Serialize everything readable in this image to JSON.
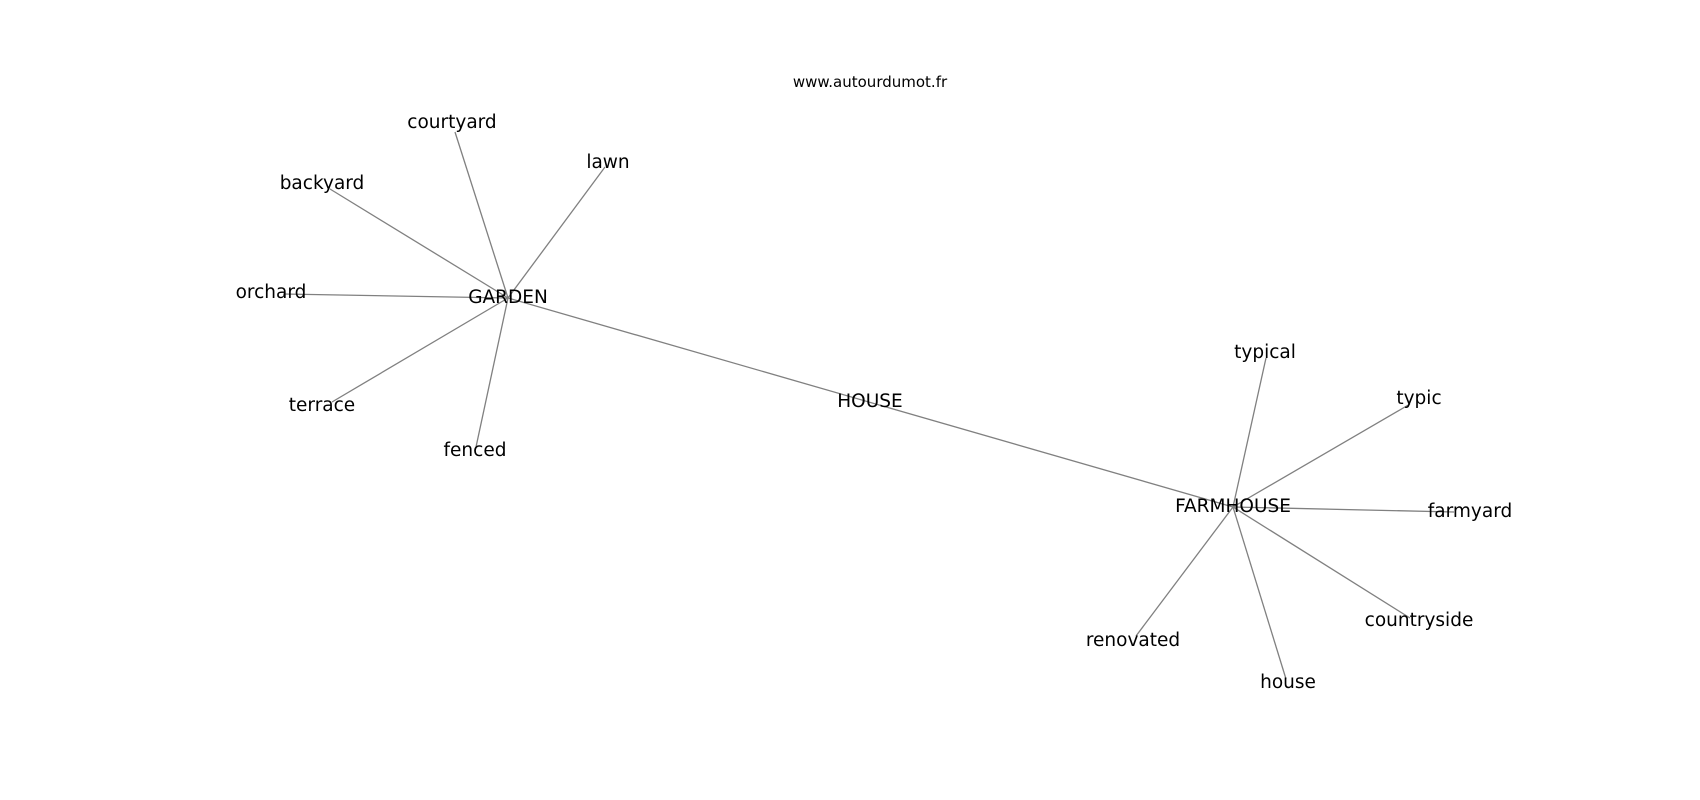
{
  "watermark": "www.autourdumot.fr",
  "style": {
    "edge_color": "#808080",
    "text_color": "#000000",
    "background": "#ffffff"
  },
  "nodes": [
    {
      "id": "house_center",
      "label": "HOUSE"
    },
    {
      "id": "garden",
      "label": "GARDEN"
    },
    {
      "id": "farmhouse",
      "label": "FARMHOUSE"
    },
    {
      "id": "courtyard",
      "label": "courtyard"
    },
    {
      "id": "lawn",
      "label": "lawn"
    },
    {
      "id": "backyard",
      "label": "backyard"
    },
    {
      "id": "orchard",
      "label": "orchard"
    },
    {
      "id": "terrace",
      "label": "terrace"
    },
    {
      "id": "fenced",
      "label": "fenced"
    },
    {
      "id": "typical",
      "label": "typical"
    },
    {
      "id": "typic",
      "label": "typic"
    },
    {
      "id": "farmyard",
      "label": "farmyard"
    },
    {
      "id": "countryside",
      "label": "countryside"
    },
    {
      "id": "renovated",
      "label": "renovated"
    },
    {
      "id": "house_leaf",
      "label": "house"
    }
  ],
  "edges": [
    [
      "garden",
      "farmhouse"
    ],
    [
      "garden",
      "courtyard"
    ],
    [
      "garden",
      "lawn"
    ],
    [
      "garden",
      "backyard"
    ],
    [
      "garden",
      "orchard"
    ],
    [
      "garden",
      "terrace"
    ],
    [
      "garden",
      "fenced"
    ],
    [
      "farmhouse",
      "typical"
    ],
    [
      "farmhouse",
      "typic"
    ],
    [
      "farmhouse",
      "farmyard"
    ],
    [
      "farmhouse",
      "countryside"
    ],
    [
      "farmhouse",
      "renovated"
    ],
    [
      "farmhouse",
      "house_leaf"
    ]
  ]
}
